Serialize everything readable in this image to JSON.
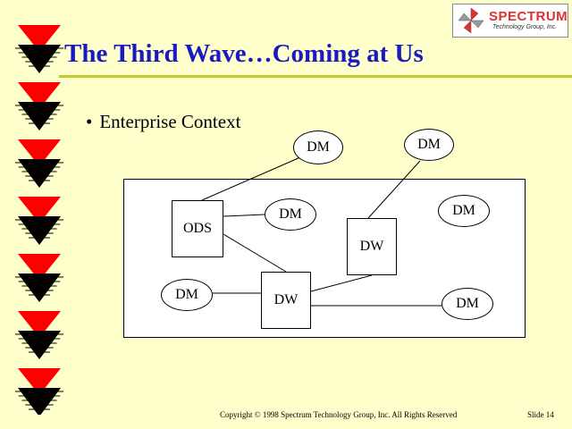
{
  "title": "The Third Wave…Coming at Us",
  "logo": {
    "word": "SPECTRUM",
    "tagline": "Technology Group, Inc."
  },
  "bullet": {
    "text": "Enterprise Context"
  },
  "diagram": {
    "nodes": [
      {
        "id": "dm-top-center",
        "label": "DM",
        "shape": "ellipse"
      },
      {
        "id": "dm-top-right",
        "label": "DM",
        "shape": "ellipse"
      },
      {
        "id": "ods",
        "label": "ODS",
        "shape": "box"
      },
      {
        "id": "dm-inner-center",
        "label": "DM",
        "shape": "ellipse"
      },
      {
        "id": "dm-inner-right",
        "label": "DM",
        "shape": "ellipse"
      },
      {
        "id": "dw-upper",
        "label": "DW",
        "shape": "box"
      },
      {
        "id": "dm-lower-left",
        "label": "DM",
        "shape": "ellipse"
      },
      {
        "id": "dw-lower",
        "label": "DW",
        "shape": "box"
      },
      {
        "id": "dm-lower-right",
        "label": "DM",
        "shape": "ellipse"
      }
    ],
    "edges": [
      [
        "ods",
        "dm-top-center"
      ],
      [
        "ods",
        "dm-inner-center"
      ],
      [
        "ods",
        "dw-lower"
      ],
      [
        "dw-upper",
        "dm-top-right"
      ],
      [
        "dw-lower",
        "dw-upper"
      ],
      [
        "dm-lower-left",
        "dw-lower"
      ],
      [
        "dw-lower",
        "dm-lower-right"
      ]
    ]
  },
  "footer": {
    "copyright": "Copyright © 1998 Spectrum Technology Group, Inc.  All Rights Reserved",
    "slide": "Slide 14"
  },
  "colors": {
    "background": "#ffffcc",
    "title": "#1a1ac0",
    "sidebar_red": "#ff0000",
    "sidebar_black": "#000000",
    "rule": "#c8c832"
  }
}
